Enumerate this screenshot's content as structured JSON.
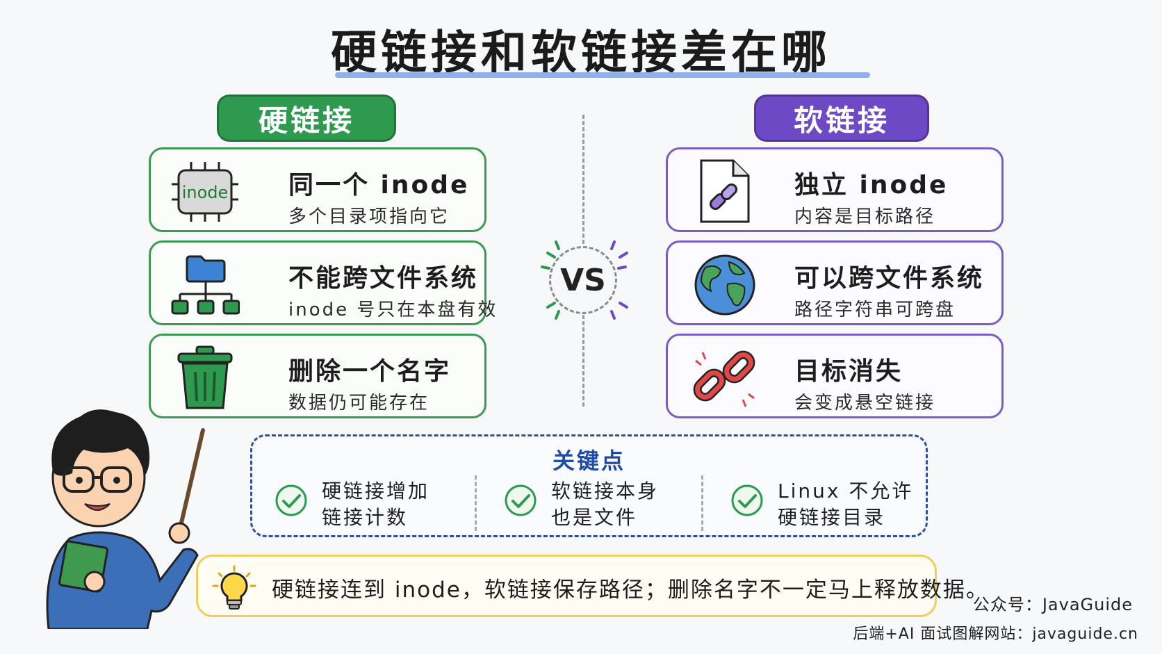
{
  "title": "硬链接和软链接差在哪",
  "hard": {
    "header": "硬链接",
    "items": [
      {
        "icon": "inode-chip-icon",
        "chip_label": "inode",
        "title": "同一个 inode",
        "subtitle": "多个目录项指向它"
      },
      {
        "icon": "folder-tree-icon",
        "title": "不能跨文件系统",
        "subtitle": "inode 号只在本盘有效"
      },
      {
        "icon": "trash-bin-icon",
        "title": "删除一个名字",
        "subtitle": "数据仍可能存在"
      }
    ]
  },
  "soft": {
    "header": "软链接",
    "items": [
      {
        "icon": "file-link-icon",
        "title": "独立 inode",
        "subtitle": "内容是目标路径"
      },
      {
        "icon": "globe-icon",
        "title": "可以跨文件系统",
        "subtitle": "路径字符串可跨盘"
      },
      {
        "icon": "broken-link-icon",
        "title": "目标消失",
        "subtitle": "会变成悬空链接"
      }
    ]
  },
  "vs": "VS",
  "key": {
    "title": "关键点",
    "points": [
      {
        "line1": "硬链接增加",
        "line2": "链接计数"
      },
      {
        "line1": "软链接本身",
        "line2": "也是文件"
      },
      {
        "line1": "Linux 不允许",
        "line2": "硬链接目录"
      }
    ]
  },
  "tip": "硬链接连到 inode，软链接保存路径；删除名字不一定马上释放数据。",
  "footer": {
    "line1": "公众号：JavaGuide",
    "line2": "后端+AI 面试图解网站：javaguide.cn"
  },
  "colors": {
    "hard": "#2e9a4f",
    "soft": "#6d49c6",
    "key": "#1f4ba6",
    "tip": "#f1cd5a"
  }
}
